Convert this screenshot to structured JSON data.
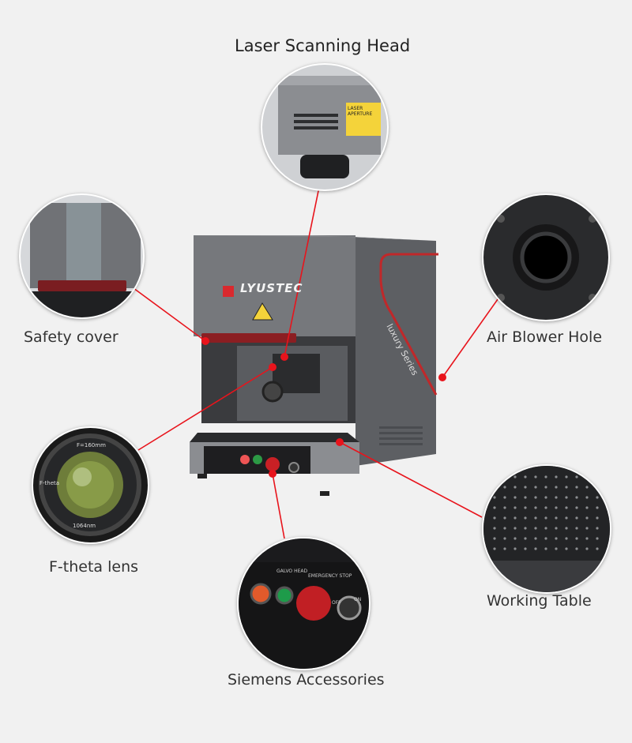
{
  "callouts": {
    "scanning_head": "Laser Scanning Head",
    "safety_cover": "Safety cover",
    "air_blower": "Air Blower Hole",
    "ftheta": "F-theta lens",
    "working_table": "Working Table",
    "siemens": "Siemens Accessories"
  },
  "machine": {
    "brand": "LYUSTEC",
    "series": "luxury Series"
  },
  "panel": {
    "galvo": "GALVO HEAD",
    "estop": "EMERGENCY STOP",
    "off": "OFF",
    "on": "ON"
  },
  "lens": {
    "focal": "F=160mm",
    "wavelength": "1064nm",
    "model": "F-theta"
  },
  "head": {
    "warning": "LASER APERTURE"
  },
  "colors": {
    "leader": "#e8141c",
    "machine_body": "#6f7175",
    "machine_side": "#5c5e62",
    "accent": "#c0282a"
  }
}
